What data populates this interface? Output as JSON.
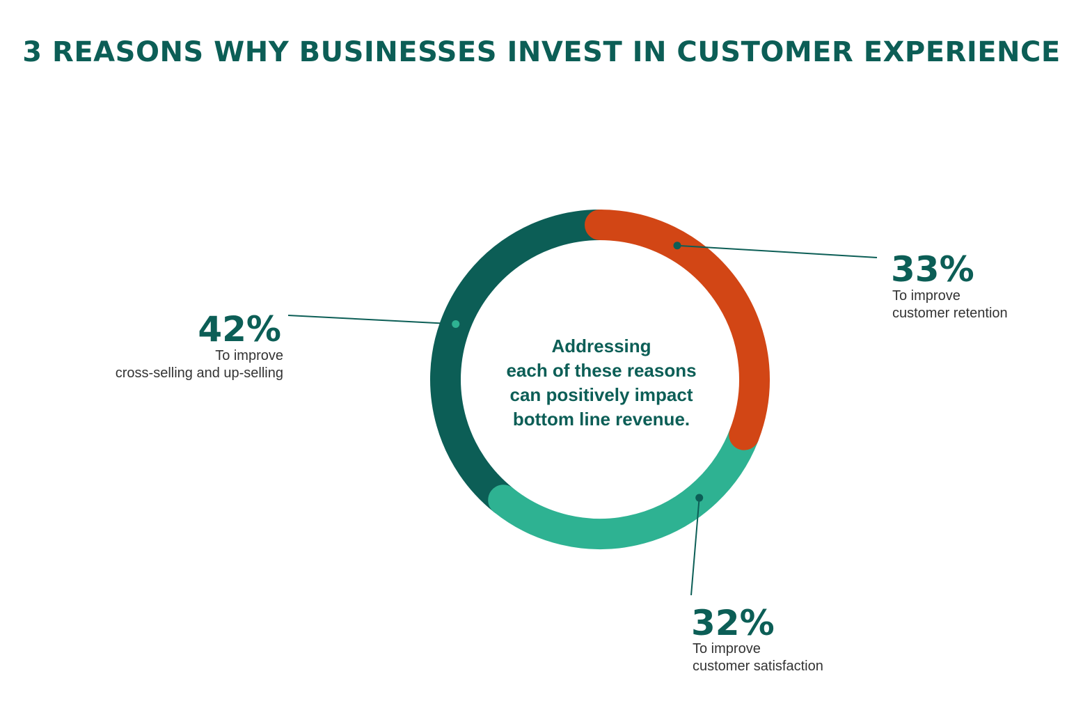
{
  "title": "3 REASONS WHY BUSINESSES INVEST IN CUSTOMER EXPERIENCE",
  "center_text": [
    "Addressing",
    "each of these reasons",
    "can positively impact",
    "bottom line revenue."
  ],
  "chart_data": {
    "type": "pie",
    "style": "donut",
    "title": "3 REASONS WHY BUSINESSES INVEST IN CUSTOMER EXPERIENCE",
    "categories": [
      "To improve customer retention",
      "To improve customer satisfaction",
      "To improve cross-selling and up-selling"
    ],
    "values": [
      33,
      32,
      42
    ],
    "value_labels": [
      "33%",
      "32%",
      "42%"
    ],
    "descriptions": [
      [
        "To improve",
        "customer retention"
      ],
      [
        "To improve",
        "customer satisfaction"
      ],
      [
        "To improve",
        "cross-selling and up-selling"
      ]
    ],
    "colors": [
      "#d24615",
      "#2eb292",
      "#0c5e56"
    ],
    "legend": "none"
  }
}
